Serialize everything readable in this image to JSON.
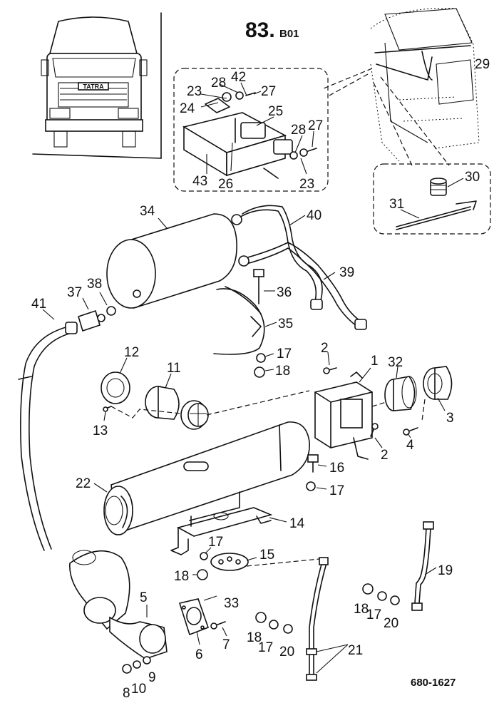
{
  "header": {
    "page_number": "83.",
    "section_code": "B01"
  },
  "inset_truck": {
    "brand_label": "TATRA"
  },
  "document_number": "680-1627",
  "callouts": {
    "c1": "1",
    "c2a": "2",
    "c2b": "2",
    "c3": "3",
    "c4": "4",
    "c5": "5",
    "c6": "6",
    "c7": "7",
    "c8": "8",
    "c9": "9",
    "c10": "10",
    "c11": "11",
    "c12": "12",
    "c13": "13",
    "c14": "14",
    "c15": "15",
    "c16": "16",
    "c17a": "17",
    "c17b": "17",
    "c17c": "17",
    "c17d": "17",
    "c17e": "17",
    "c18a": "18",
    "c18b": "18",
    "c18c": "18",
    "c18d": "18",
    "c19": "19",
    "c20a": "20",
    "c20b": "20",
    "c21": "21",
    "c22": "22",
    "c23a": "23",
    "c23b": "23",
    "c24": "24",
    "c25": "25",
    "c26": "26",
    "c27a": "27",
    "c27b": "27",
    "c28a": "28",
    "c28b": "28",
    "c29": "29",
    "c30": "30",
    "c31": "31",
    "c32": "32",
    "c33": "33",
    "c34": "34",
    "c35": "35",
    "c36": "36",
    "c37": "37",
    "c38": "38",
    "c39": "39",
    "c40": "40",
    "c41": "41",
    "c42": "42",
    "c43": "43"
  }
}
